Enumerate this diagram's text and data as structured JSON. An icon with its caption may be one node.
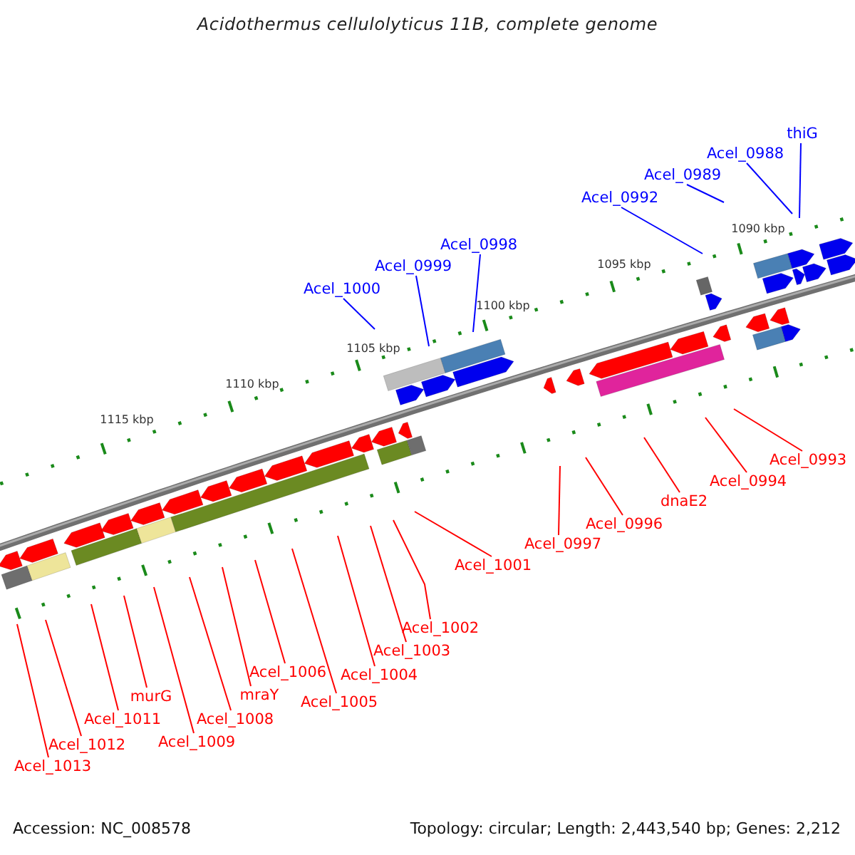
{
  "diagram": {
    "title": "Acidothermus cellulolyticus 11B, complete genome",
    "nodes": [
      {
        "text": [
          "thiG"
        ]
      },
      {
        "text": [
          "Acel_0988"
        ]
      },
      {
        "text": [
          "Acel_0989"
        ]
      },
      {
        "text": [
          "Acel_0992"
        ]
      },
      {
        "text": [
          "Acel_0998"
        ]
      },
      {
        "text": [
          "Acel_0999"
        ]
      },
      {
        "text": [
          "Acel_1000"
        ]
      },
      {
        "text": [
          "Acel_0993"
        ]
      },
      {
        "text": [
          "Acel_0994"
        ]
      },
      {
        "text": [
          "dnaE2"
        ]
      },
      {
        "text": [
          "Acel_0996"
        ]
      },
      {
        "text": [
          "Acel_0997"
        ]
      },
      {
        "text": [
          "Acel_1001"
        ]
      },
      {
        "text": [
          "Acel_1002"
        ]
      },
      {
        "text": [
          "Acel_1003"
        ]
      },
      {
        "text": [
          "Acel_1004"
        ]
      },
      {
        "text": [
          "Acel_1006"
        ]
      },
      {
        "text": [
          "mraY"
        ]
      },
      {
        "text": [
          "Acel_1005"
        ]
      },
      {
        "text": [
          "Acel_1008"
        ]
      },
      {
        "text": [
          "murG"
        ]
      },
      {
        "text": [
          "Acel_1011"
        ]
      },
      {
        "text": [
          "Acel_1009"
        ]
      },
      {
        "text": [
          "Acel_1012"
        ]
      },
      {
        "text": [
          "Acel_1013"
        ]
      }
    ],
    "edges": [
      {
        "from": 0,
        "to": null,
        "arrow": "none",
        "color": "#0000ff"
      },
      {
        "from": 1,
        "to": null,
        "arrow": "none",
        "color": "#0000ff"
      },
      {
        "from": 2,
        "to": null,
        "arrow": "none",
        "color": "#0000ff"
      },
      {
        "from": 3,
        "to": null,
        "arrow": "none",
        "color": "#0000ff"
      },
      {
        "from": 4,
        "to": null,
        "arrow": "none",
        "color": "#0000ff"
      },
      {
        "from": 5,
        "to": null,
        "arrow": "none",
        "color": "#0000ff"
      },
      {
        "from": 6,
        "to": null,
        "arrow": "none",
        "color": "#0000ff"
      },
      {
        "from": 7,
        "to": null,
        "arrow": "none"
      },
      {
        "from": 8,
        "to": null,
        "arrow": "none"
      },
      {
        "from": 9,
        "to": null,
        "arrow": "none"
      },
      {
        "from": 10,
        "to": null,
        "arrow": "none"
      },
      {
        "from": 11,
        "to": null,
        "arrow": "none"
      },
      {
        "from": 12,
        "to": null,
        "arrow": "none"
      },
      {
        "from": 13,
        "to": null,
        "arrow": "none"
      },
      {
        "from": 14,
        "to": null,
        "arrow": "none"
      },
      {
        "from": 15,
        "to": null,
        "arrow": "none"
      },
      {
        "from": 16,
        "to": null,
        "arrow": "none"
      },
      {
        "from": 17,
        "to": null,
        "arrow": "none"
      },
      {
        "from": 18,
        "to": null,
        "arrow": "none"
      },
      {
        "from": 19,
        "to": null,
        "arrow": "none"
      },
      {
        "from": 20,
        "to": null,
        "arrow": "none"
      },
      {
        "from": 21,
        "to": null,
        "arrow": "none"
      },
      {
        "from": 22,
        "to": null,
        "arrow": "none"
      },
      {
        "from": 23,
        "to": null,
        "arrow": "none"
      },
      {
        "from": 24,
        "to": null,
        "arrow": "none"
      }
    ],
    "labels": [
      "1090 kbp",
      "1095 kbp",
      "1100 kbp",
      "1105 kbp",
      "1110 kbp",
      "1115 kbp",
      "Accession: NC_008578",
      "Topology: circular; Length: 2,443,540 bp; Genes: 2,212"
    ]
  }
}
